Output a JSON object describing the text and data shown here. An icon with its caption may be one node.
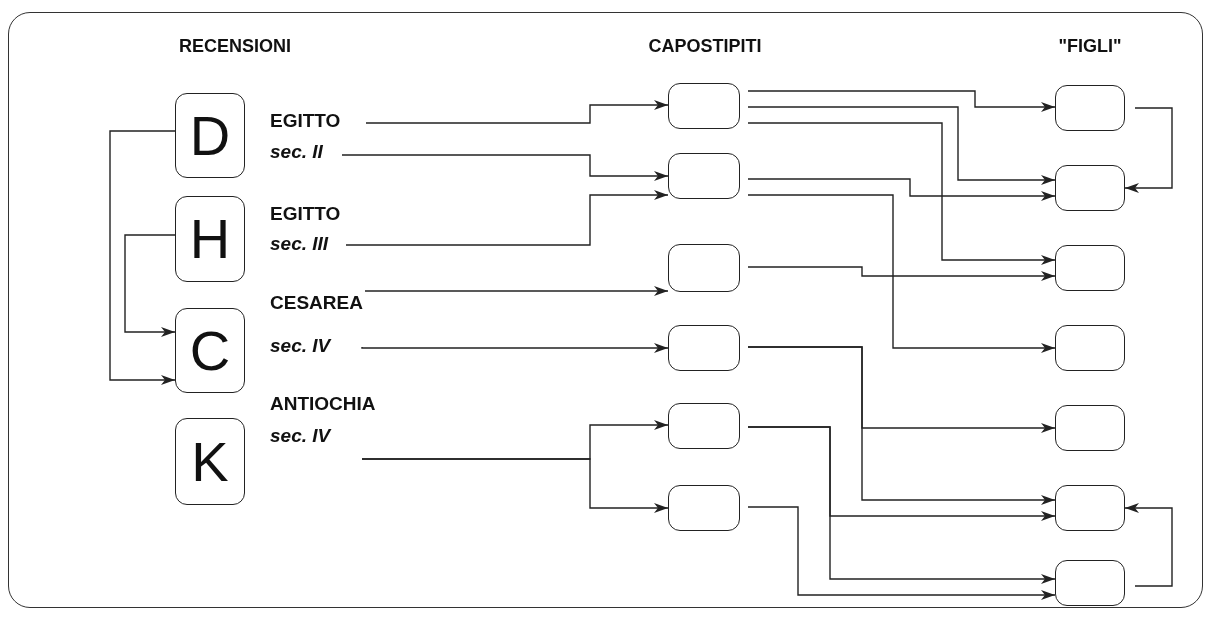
{
  "diagram": {
    "nodes": [
      {
        "text": [
          "D"
        ]
      },
      {
        "text": [
          "H"
        ]
      },
      {
        "text": [
          "C"
        ]
      },
      {
        "text": [
          "K"
        ]
      },
      {
        "text": [
          "EGITTO"
        ]
      },
      {
        "text": [
          "sec. II"
        ]
      },
      {
        "text": [
          "EGITTO"
        ]
      },
      {
        "text": [
          "sec. III"
        ]
      },
      {
        "text": [
          "CESAREA"
        ]
      },
      {
        "text": [
          "sec. IV"
        ]
      },
      {
        "text": [
          "ANTIOCHIA"
        ]
      },
      {
        "text": [
          "sec. IV"
        ]
      },
      {
        "text": [],
        "shape": "box"
      },
      {
        "text": [],
        "shape": "box"
      },
      {
        "text": [],
        "shape": "box"
      },
      {
        "text": [],
        "shape": "box"
      },
      {
        "text": [],
        "shape": "box"
      },
      {
        "text": [],
        "shape": "box"
      },
      {
        "text": [],
        "shape": "box"
      },
      {
        "text": [],
        "shape": "box"
      },
      {
        "text": [],
        "shape": "box"
      },
      {
        "text": [],
        "shape": "box"
      },
      {
        "text": [],
        "shape": "box"
      },
      {
        "text": [],
        "shape": "box"
      },
      {
        "text": [],
        "shape": "box"
      }
    ],
    "edges": [
      {
        "from": 0,
        "to": 2,
        "arrow": "to"
      },
      {
        "from": 1,
        "to": 2,
        "arrow": "to"
      },
      {
        "from": 4,
        "to": 12,
        "arrow": "to"
      },
      {
        "from": 5,
        "to": 13,
        "arrow": "to"
      },
      {
        "from": 7,
        "to": 13,
        "arrow": "to"
      },
      {
        "from": 8,
        "to": 14,
        "arrow": "to"
      },
      {
        "from": 9,
        "to": 15,
        "arrow": "to"
      },
      {
        "from": 11,
        "to": 16,
        "arrow": "to"
      },
      {
        "from": 11,
        "to": 17,
        "arrow": "to"
      },
      {
        "from": 12,
        "to": 18,
        "arrow": "to"
      },
      {
        "from": 12,
        "to": 19,
        "arrow": "to"
      },
      {
        "from": 12,
        "to": 20,
        "arrow": "to"
      },
      {
        "from": 13,
        "to": 19,
        "arrow": "to"
      },
      {
        "from": 13,
        "to": 21,
        "arrow": "to"
      },
      {
        "from": 14,
        "to": 20,
        "arrow": "to"
      },
      {
        "from": 15,
        "to": 22,
        "arrow": "to"
      },
      {
        "from": 15,
        "to": 23,
        "arrow": "to"
      },
      {
        "from": 16,
        "to": 23,
        "arrow": "to"
      },
      {
        "from": 16,
        "to": 24,
        "arrow": "to"
      },
      {
        "from": 17,
        "to": 24,
        "arrow": "to"
      },
      {
        "from": 18,
        "to": 19,
        "arrow": "to"
      },
      {
        "from": 24,
        "to": 23,
        "arrow": "to"
      }
    ],
    "labels": [
      "RECENSIONI",
      "CAPOSTIPITI",
      "\"FIGLI\""
    ]
  }
}
